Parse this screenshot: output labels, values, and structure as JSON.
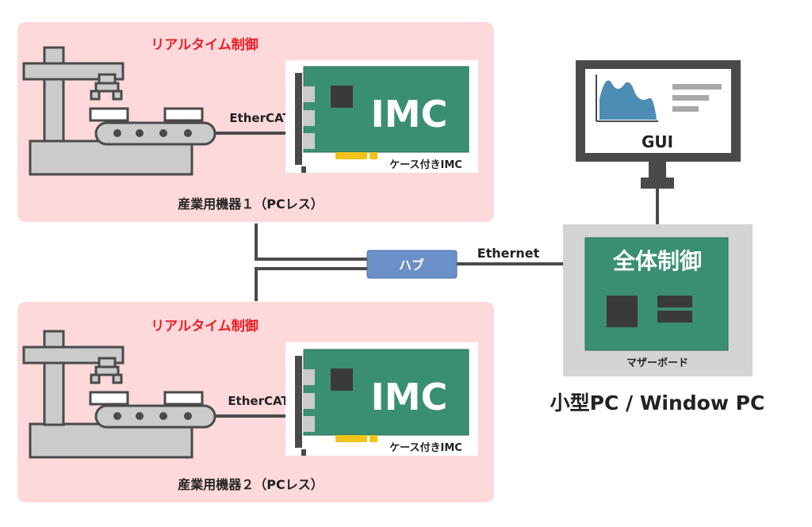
{
  "machines": [
    {
      "realtime_label": "リアルタイム制御",
      "link_label": "EtherCAT",
      "board_label": "IMC",
      "card_caption": "ケース付きIMC",
      "machine_label": "産業用機器１（PCレス）"
    },
    {
      "realtime_label": "リアルタイム制御",
      "link_label": "EtherCAT",
      "board_label": "IMC",
      "card_caption": "ケース付きIMC",
      "machine_label": "産業用機器２（PCレス）"
    }
  ],
  "hub": {
    "label": "ハブ"
  },
  "network": {
    "ethernet_label": "Ethernet"
  },
  "monitor": {
    "screen_label": "GUI"
  },
  "pc": {
    "board_title": "全体制御",
    "motherboard_label": "マザーボード",
    "title": "小型PC / Window PC"
  },
  "colors": {
    "panel_bg": "#fdd9db",
    "realtime_text": "#ee1c24",
    "board_green": "#3a8f72",
    "dark_gray": "#4a4a4a",
    "machine_gray": "#cbcbcb",
    "hub_blue": "#6b8fc7",
    "chart_blue": "#4d8db4",
    "pc_case": "#d4d4d4"
  }
}
